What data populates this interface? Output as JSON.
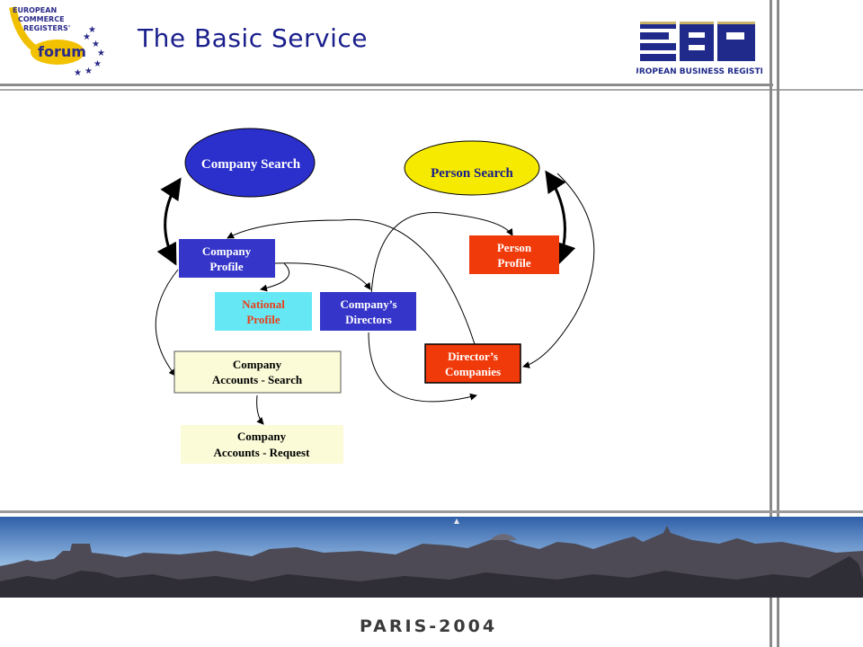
{
  "header": {
    "title": "The Basic Service",
    "forum_logo_text": [
      "EUROPEAN",
      "COMMERCE",
      "REGISTERS'",
      "forum"
    ],
    "ebr_logo_text": "EBR",
    "ebr_subtitle": "EUROPEAN BUSINESS REGISTER"
  },
  "diagram": {
    "company_search": "Company Search",
    "person_search": "Person Search",
    "company_profile": [
      "Company",
      "Profile"
    ],
    "person_profile": [
      "Person",
      "Profile"
    ],
    "national_profile": [
      "National",
      "Profile"
    ],
    "companys_directors": [
      "Company’s",
      "Directors"
    ],
    "directors_companies": [
      "Director’s",
      "Companies"
    ],
    "accounts_search": [
      "Company",
      "Accounts - Search"
    ],
    "accounts_request": [
      "Company",
      "Accounts - Request"
    ]
  },
  "colors": {
    "title": "#1a1f8c",
    "company_search_fill": "#2b2fcc",
    "person_search_fill": "#f5ea00",
    "blue_box": "#3535c9",
    "red_box": "#f03a0a",
    "cyan_box": "#66e8f4",
    "yellow_box": "#fbfbd8"
  },
  "footer": {
    "text": "PARIS-2004"
  }
}
